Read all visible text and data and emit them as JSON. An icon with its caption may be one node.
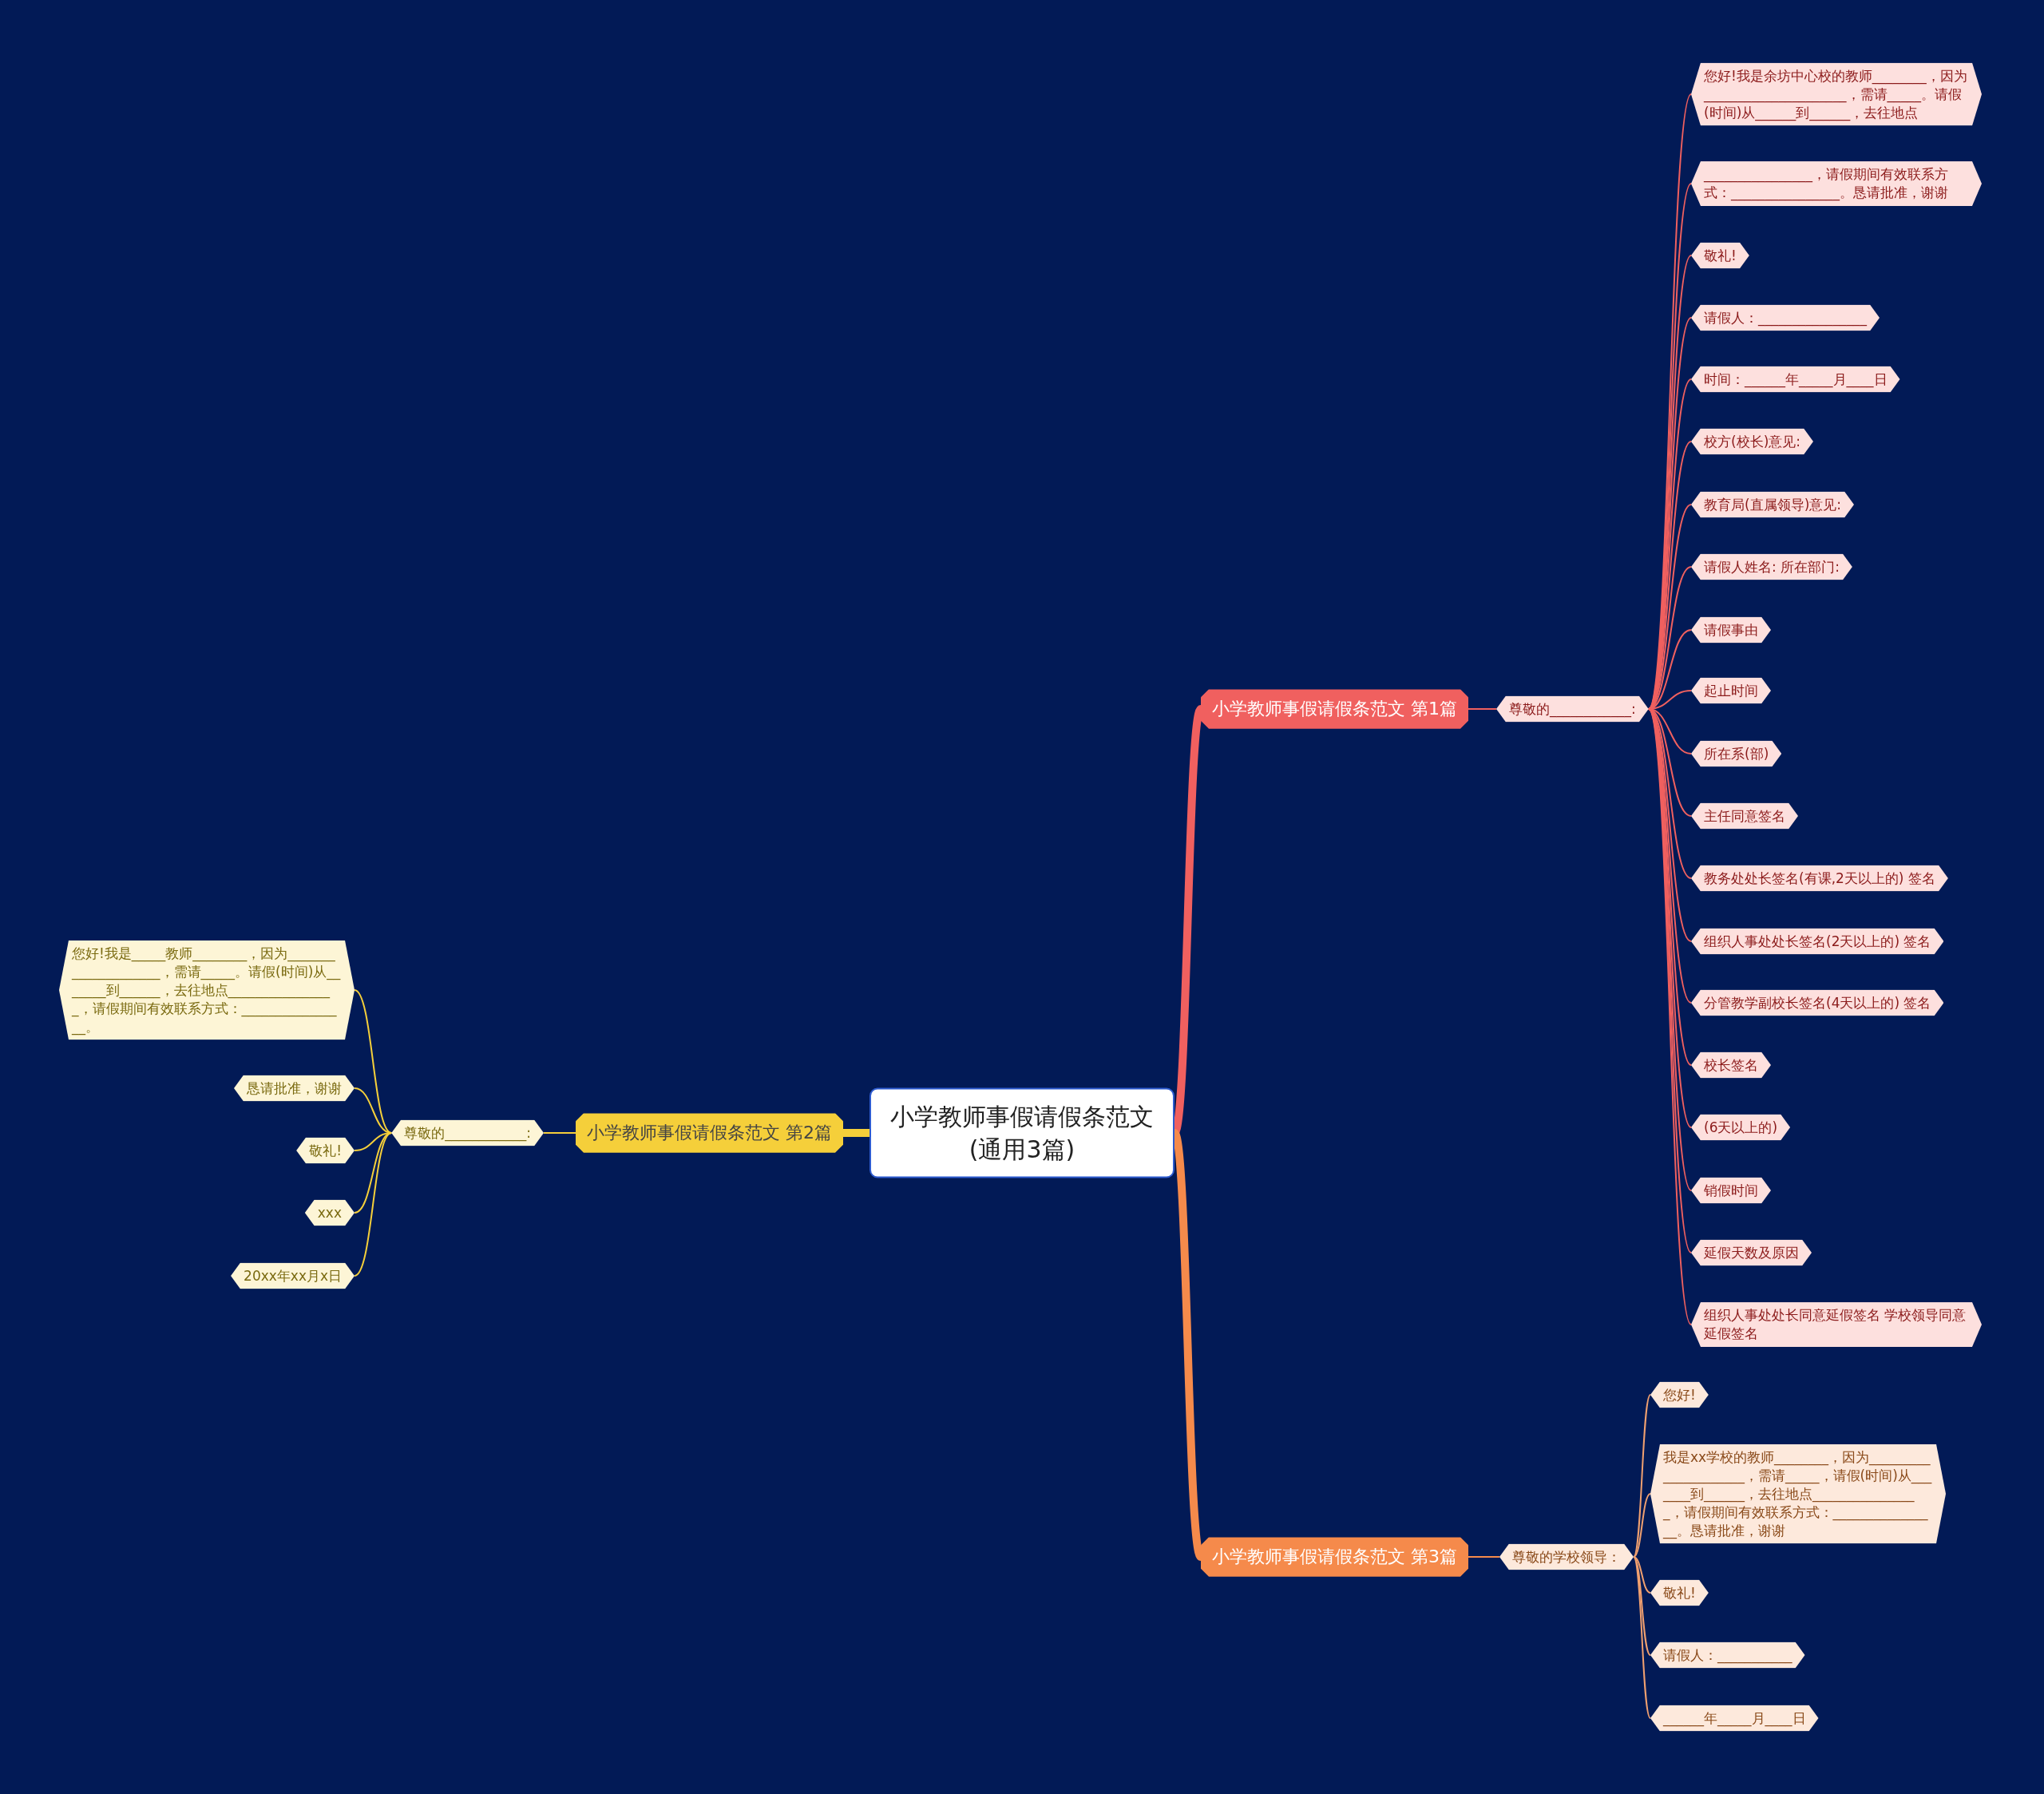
{
  "diagram": {
    "nodes": [
      {
        "text": [
          "小学教师事假请假条范文(通用3篇)"
        ]
      },
      {
        "text": [
          "小学教师事假请假条范文 第1篇"
        ]
      },
      {
        "text": [
          "尊敬的____________:"
        ]
      },
      {
        "text": [
          "您好!我是余坊中心校的教师________，因为_____________________，需请_____。请假(时间)从______到______，去往地点"
        ]
      },
      {
        "text": [
          "________________，请假期间有效联系方式：________________。恳请批准，谢谢"
        ]
      },
      {
        "text": [
          "敬礼!"
        ]
      },
      {
        "text": [
          "请假人：________________"
        ]
      },
      {
        "text": [
          "时间：______年_____月____日"
        ]
      },
      {
        "text": [
          "校方(校长)意见:"
        ]
      },
      {
        "text": [
          "教育局(直属领导)意见:"
        ]
      },
      {
        "text": [
          "请假人姓名: 所在部门:"
        ]
      },
      {
        "text": [
          "请假事由"
        ]
      },
      {
        "text": [
          "起止时间"
        ]
      },
      {
        "text": [
          "所在系(部)"
        ]
      },
      {
        "text": [
          "主任同意签名"
        ]
      },
      {
        "text": [
          "教务处处长签名(有课,2天以上的) 签名"
        ]
      },
      {
        "text": [
          "组织人事处处长签名(2天以上的) 签名"
        ]
      },
      {
        "text": [
          "分管教学副校长签名(4天以上的) 签名"
        ]
      },
      {
        "text": [
          "校长签名"
        ]
      },
      {
        "text": [
          "(6天以上的)"
        ]
      },
      {
        "text": [
          "销假时间"
        ]
      },
      {
        "text": [
          "延假天数及原因"
        ]
      },
      {
        "text": [
          "组织人事处处长同意延假签名 学校领导同意延假签名"
        ]
      },
      {
        "text": [
          "小学教师事假请假条范文 第2篇"
        ]
      },
      {
        "text": [
          "尊敬的____________:"
        ]
      },
      {
        "text": [
          "您好!我是_____教师________，因为____________________，需请_____。请假(时间)从_______到______，去往地点________________，请假期间有效联系方式：________________。"
        ]
      },
      {
        "text": [
          "恳请批准，谢谢"
        ]
      },
      {
        "text": [
          "敬礼!"
        ]
      },
      {
        "text": [
          "xxx"
        ]
      },
      {
        "text": [
          "20xx年xx月x日"
        ]
      },
      {
        "text": [
          "小学教师事假请假条范文 第3篇"
        ]
      },
      {
        "text": [
          "尊敬的学校领导："
        ]
      },
      {
        "text": [
          "您好!"
        ]
      },
      {
        "text": [
          "我是xx学校的教师________，因为_____________________，需请_____，请假(时间)从_______到______，去往地点________________，请假期间有效联系方式：________________。恳请批准，谢谢"
        ]
      },
      {
        "text": [
          "敬礼!"
        ]
      },
      {
        "text": [
          "请假人：___________"
        ]
      },
      {
        "text": [
          "______年_____月____日"
        ]
      }
    ],
    "edges": [
      {
        "from": 0,
        "to": 1,
        "arrow": "none",
        "style": "thick"
      },
      {
        "from": 1,
        "to": 2,
        "arrow": "none"
      },
      {
        "from": 2,
        "to": 3,
        "arrow": "none"
      },
      {
        "from": 2,
        "to": 4,
        "arrow": "none"
      },
      {
        "from": 2,
        "to": 5,
        "arrow": "none"
      },
      {
        "from": 2,
        "to": 6,
        "arrow": "none"
      },
      {
        "from": 2,
        "to": 7,
        "arrow": "none"
      },
      {
        "from": 2,
        "to": 8,
        "arrow": "none"
      },
      {
        "from": 2,
        "to": 9,
        "arrow": "none"
      },
      {
        "from": 2,
        "to": 10,
        "arrow": "none"
      },
      {
        "from": 2,
        "to": 11,
        "arrow": "none"
      },
      {
        "from": 2,
        "to": 12,
        "arrow": "none"
      },
      {
        "from": 2,
        "to": 13,
        "arrow": "none"
      },
      {
        "from": 2,
        "to": 14,
        "arrow": "none"
      },
      {
        "from": 2,
        "to": 15,
        "arrow": "none"
      },
      {
        "from": 2,
        "to": 16,
        "arrow": "none"
      },
      {
        "from": 2,
        "to": 17,
        "arrow": "none"
      },
      {
        "from": 2,
        "to": 18,
        "arrow": "none"
      },
      {
        "from": 2,
        "to": 19,
        "arrow": "none"
      },
      {
        "from": 2,
        "to": 20,
        "arrow": "none"
      },
      {
        "from": 2,
        "to": 21,
        "arrow": "none"
      },
      {
        "from": 2,
        "to": 22,
        "arrow": "none"
      },
      {
        "from": 0,
        "to": 23,
        "arrow": "none",
        "style": "thick",
        "color": "#f5cf3a"
      },
      {
        "from": 23,
        "to": 24,
        "arrow": "none",
        "color": "#f5cf3a"
      },
      {
        "from": 24,
        "to": 25,
        "arrow": "none",
        "color": "#f5cf3a"
      },
      {
        "from": 24,
        "to": 26,
        "arrow": "none",
        "color": "#f5cf3a"
      },
      {
        "from": 24,
        "to": 27,
        "arrow": "none",
        "color": "#f5cf3a"
      },
      {
        "from": 24,
        "to": 28,
        "arrow": "none",
        "color": "#f5cf3a"
      },
      {
        "from": 24,
        "to": 29,
        "arrow": "none",
        "color": "#f5cf3a"
      },
      {
        "from": 0,
        "to": 30,
        "arrow": "none",
        "style": "thick",
        "color": "#f58a4b"
      },
      {
        "from": 30,
        "to": 31,
        "arrow": "none",
        "color": "#f58a4b"
      },
      {
        "from": 31,
        "to": 32,
        "arrow": "none",
        "color": "#f0a070"
      },
      {
        "from": 31,
        "to": 33,
        "arrow": "none",
        "color": "#f0a070"
      },
      {
        "from": 31,
        "to": 34,
        "arrow": "none",
        "color": "#f0a070"
      },
      {
        "from": 31,
        "to": 35,
        "arrow": "none",
        "color": "#f0a070"
      },
      {
        "from": 31,
        "to": 36,
        "arrow": "none",
        "color": "#f0a070"
      }
    ]
  }
}
